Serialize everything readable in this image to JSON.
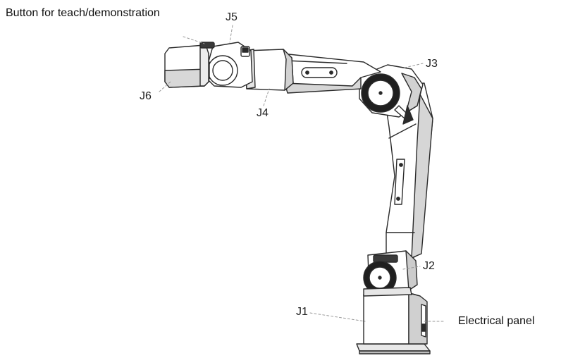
{
  "labels": {
    "button": "Button for teach/demonstration",
    "electrical": "Electrical panel",
    "j1": "J1",
    "j2": "J2",
    "j3": "J3",
    "j4": "J4",
    "j5": "J5",
    "j6": "J6"
  },
  "colors": {
    "line": "#2a2a2a",
    "fill": "#ffffff",
    "shade": "#cfcfcf",
    "dark": "#1f1f1f",
    "leader": "#9a9a9a"
  }
}
